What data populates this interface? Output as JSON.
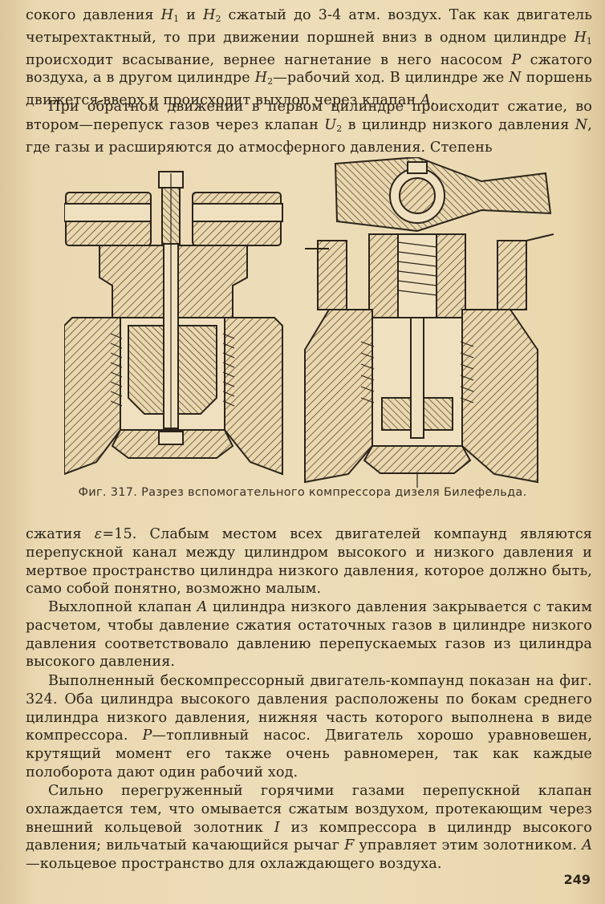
{
  "paragraph_1": {
    "text_a": "сокого давления ",
    "h1": "H",
    "h1_sub": "1",
    "text_b": " и ",
    "h2": "H",
    "h2_sub": "2",
    "text_c": " сжатый до 3-4 атм. воздух. Так как двигатель четырехтактный, то при движении поршней вниз в одном цилиндре ",
    "h1b": "H",
    "h1b_sub": "1",
    "text_d": " происходит всасывание, вернее нагнетание в него насосом ",
    "p": "P",
    "text_e": " сжатого воздуха, а в другом цилиндре ",
    "h2b": "H",
    "h2b_sub": "2",
    "text_f": "—рабочий ход. В цилиндре же ",
    "n": "N",
    "text_g": " поршень движется вверх и происходит выхлоп через клапан ",
    "a": "A",
    "text_h": "."
  },
  "paragraph_2": {
    "text_a": "При обратном движении в первом цилиндре происходит сжатие, во втором—перепуск газов через клапан ",
    "u": "U",
    "u_sub": "2",
    "text_b": " в цилиндр низкого давления ",
    "n": "N",
    "text_c": ", где газы и расширяются до атмосферного давления. Степень"
  },
  "figure": {
    "caption": "Фиг. 317. Разрез вспомогательного компрессора дизеля Билефельда."
  },
  "paragraph_3": {
    "text_a": "сжатия ",
    "eps": "ε",
    "text_b": "=15. Слабым местом всех двигателей компаунд являются перепускной канал между цилиндром высокого и низкого давления и мертвое пространство цилиндра низкого давления, которое должно быть, само собой понятно, возможно малым."
  },
  "paragraph_4": {
    "text_a": "Выхлопной клапан ",
    "a": "A",
    "text_b": " цилиндра низкого давления закрывается с таким расчетом, чтобы давление сжатия остаточных газов в цилиндре низкого давления соответствовало давлению перепускаемых газов из цилиндра высокого давления."
  },
  "paragraph_5": {
    "text_a": "Выполненный бескомпрессорный двигатель-компаунд показан на фиг. 324. Оба цилиндра высокого давления расположены по бокам среднего цилиндра низкого давления, нижняя часть которого выполнена в виде компрессора. ",
    "p": "P",
    "text_b": "—топливный насос. Двигатель хорошо уравновешен, крутящий момент его также очень равномерен, так как каждые полоборота дают один рабочий ход."
  },
  "paragraph_6": {
    "text_a": "Сильно перегруженный горячими газами перепускной клапан охлаждается тем, что омывается сжатым воздухом, протекающим через внешний кольцевой золотник ",
    "i": "I",
    "text_b": " из компрессора в цилиндр высокого давления; вильчатый качающийся рычаг ",
    "f": "F",
    "text_c": " управляет этим золотником. ",
    "a": "A",
    "text_d": "—кольцевое пространство для охлаждающего воздуха."
  },
  "page_number": "249",
  "colors": {
    "paper": "#ecdcb7",
    "ink": "#2b241a"
  }
}
